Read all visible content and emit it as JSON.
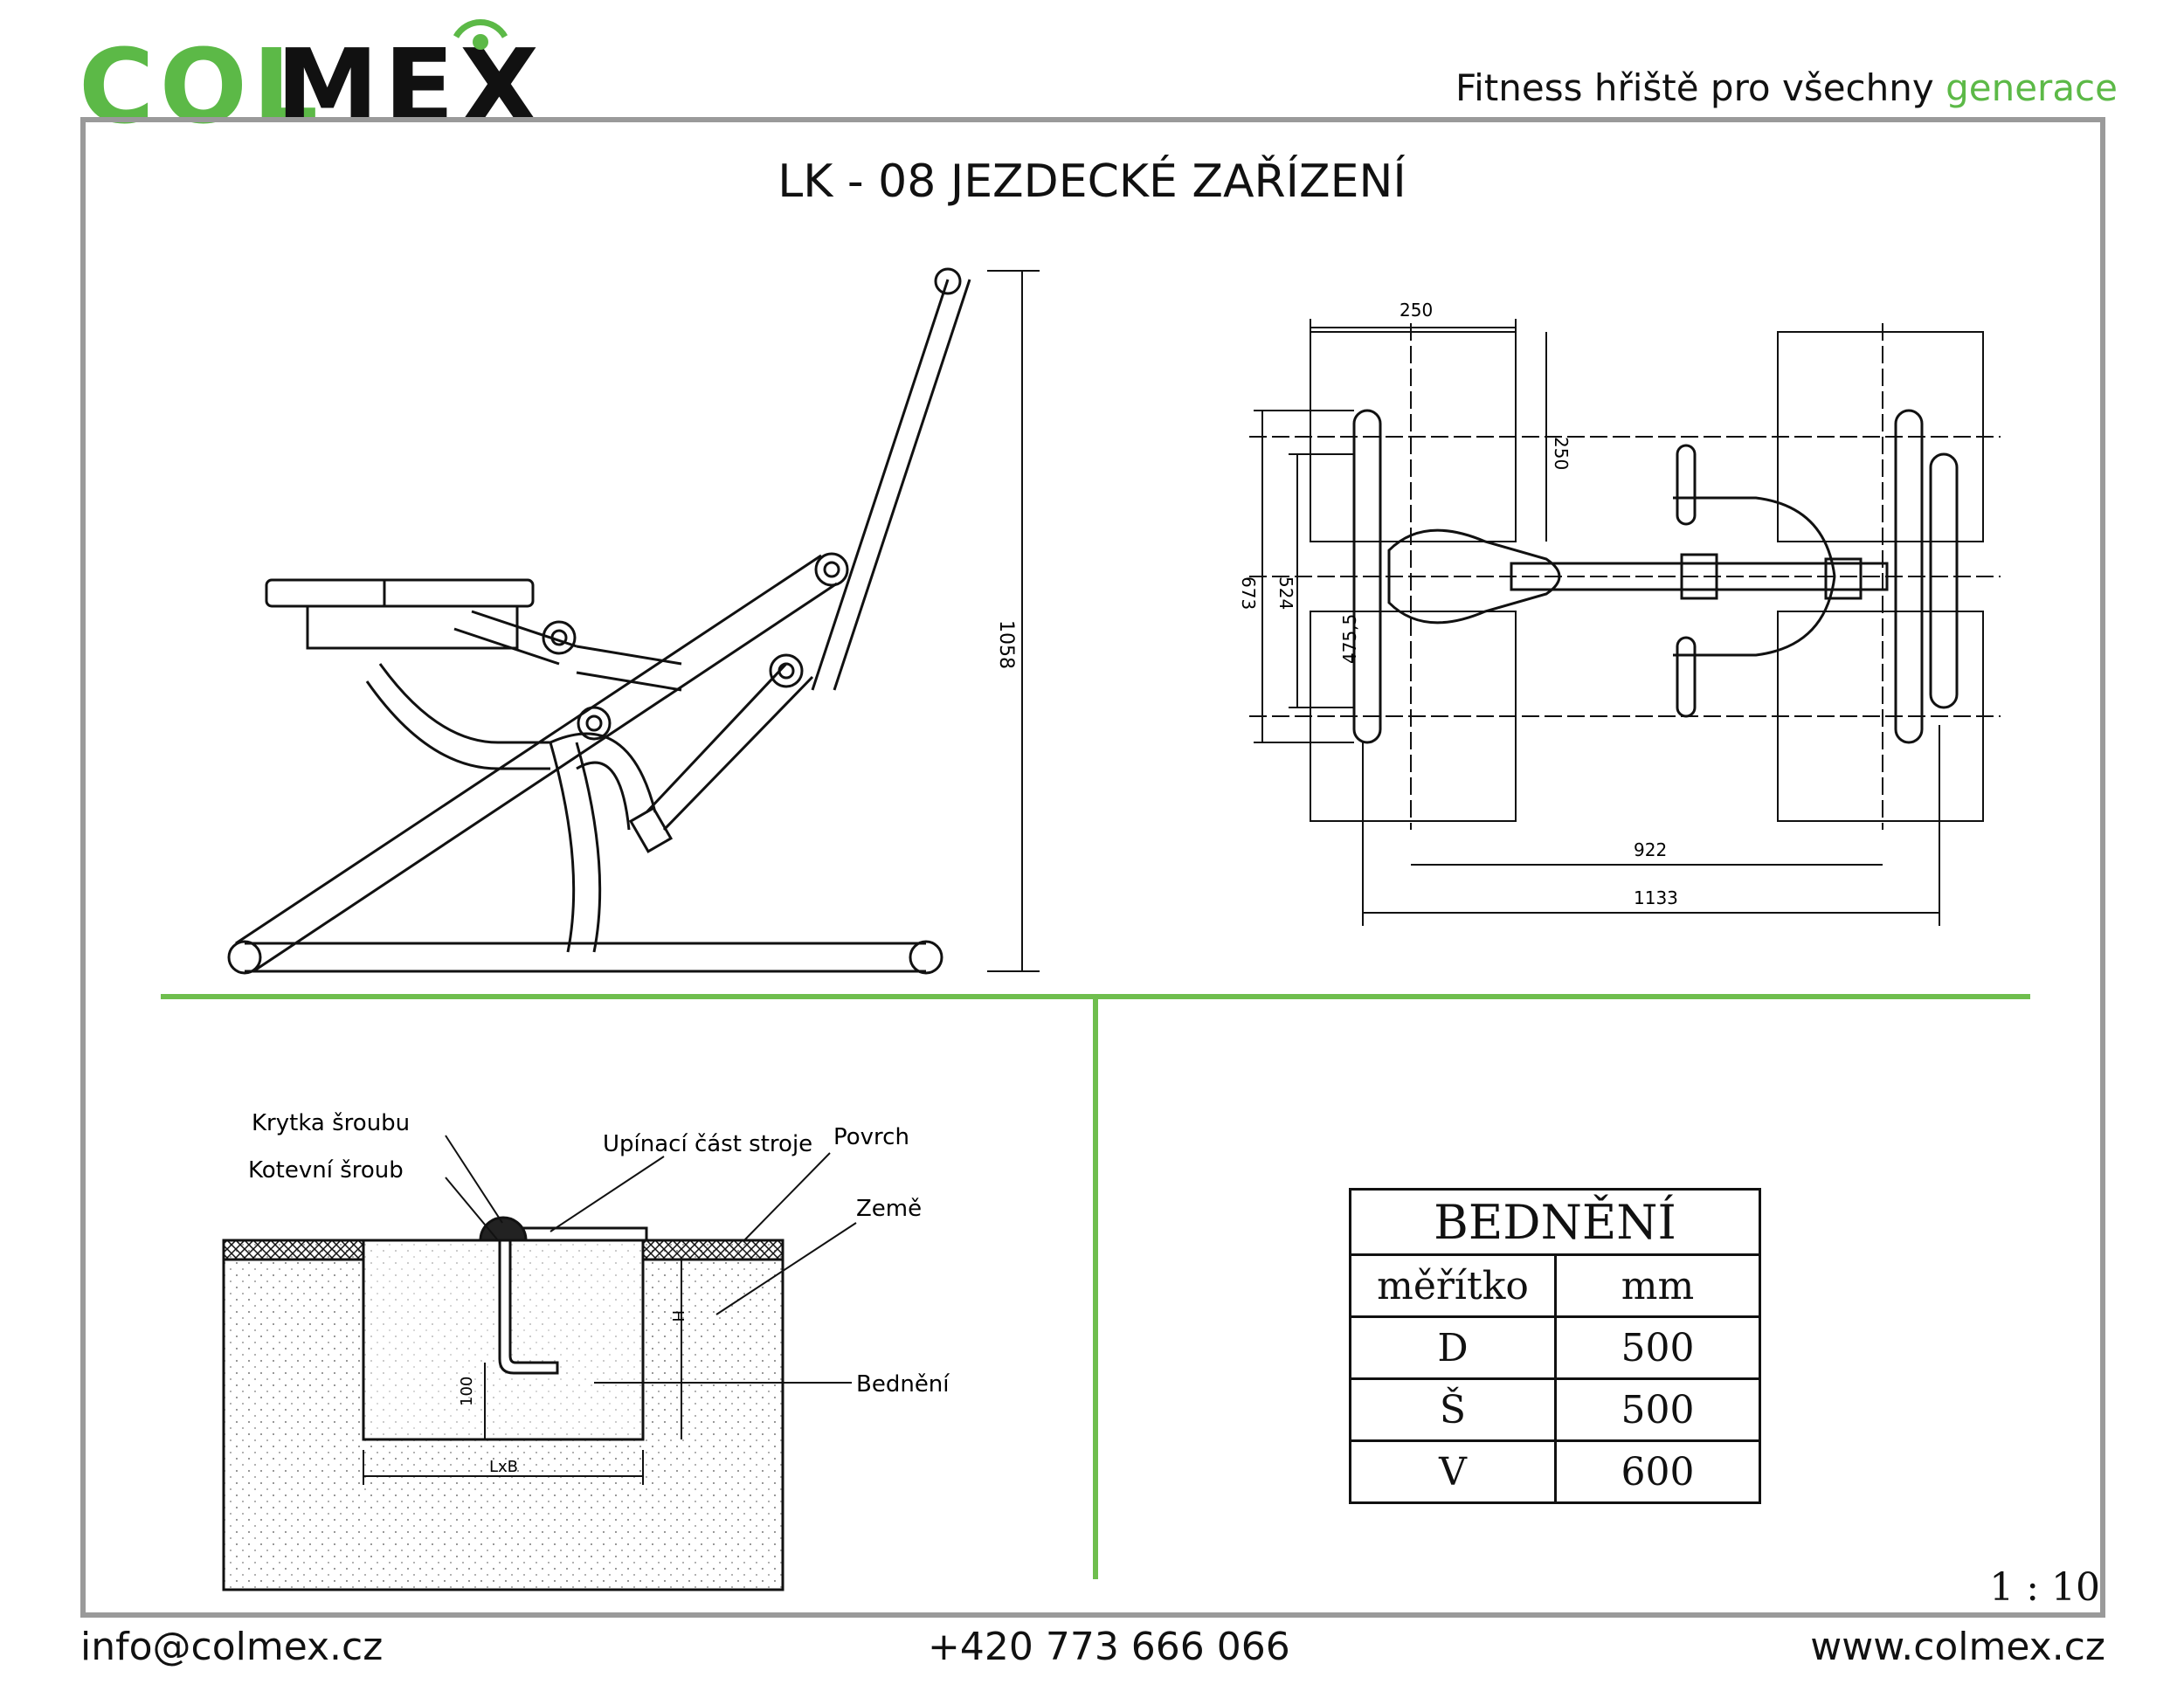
{
  "header": {
    "logo_green": "COL",
    "logo_black": "MEX",
    "tagline_main": "Fitness hřiště pro všechny ",
    "tagline_accent": "generace"
  },
  "document_title": "LK - 08 JEZDECKÉ ZAŘÍZENÍ",
  "side_view": {
    "height_label": "1058"
  },
  "top_view": {
    "dim_top_width": "250",
    "dim_upper_height": "250",
    "dim_total_width": "673",
    "dim_inner_width": "524",
    "dim_lower": "475,5",
    "dim_inner_length": "922",
    "dim_total_length": "1133"
  },
  "foundation": {
    "label_cover": "Krytka šroubu",
    "label_anchor": "Kotevní šroub",
    "label_clamp": "Upínací část stroje",
    "label_surface": "Povrch",
    "label_soil": "Země",
    "label_formwork": "Bednění",
    "dim_depth": "100",
    "dim_size": "LxB",
    "dim_height": "H"
  },
  "table": {
    "title": "BEDNĚNÍ",
    "header_left": "měřítko",
    "header_right": "mm",
    "rows": [
      {
        "label": "D",
        "value": "500"
      },
      {
        "label": "Š",
        "value": "500"
      },
      {
        "label": "V",
        "value": "600"
      }
    ]
  },
  "scale": "1 : 10",
  "footer": {
    "email": "info@colmex.cz",
    "phone": "+420 773 666 066",
    "website": "www.colmex.cz"
  },
  "colors": {
    "brand_green": "#5cb947",
    "frame_gray": "#9a9a9a"
  }
}
